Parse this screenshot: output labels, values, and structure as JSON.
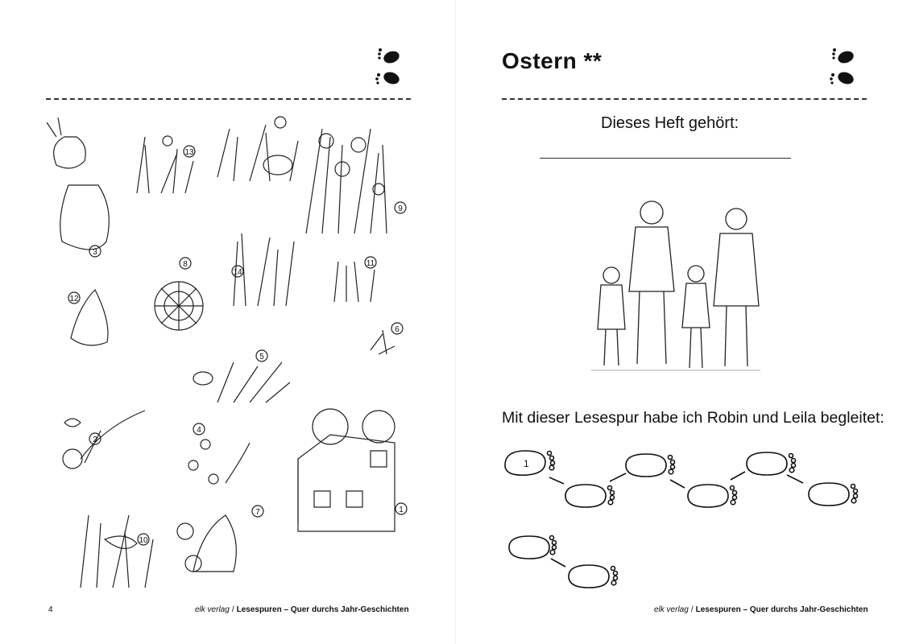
{
  "left_page": {
    "page_number": "4",
    "footer": {
      "publisher": "elk verlag",
      "separator": "/",
      "book": "Lesespuren – Quer durchs Jahr-Geschichten"
    },
    "scene_numbers": [
      "3",
      "13",
      "9",
      "8",
      "14",
      "11",
      "12",
      "6",
      "5",
      "2",
      "4",
      "1",
      "7",
      "10"
    ]
  },
  "right_page": {
    "title": "Ostern **",
    "owner_label": "Dieses Heft gehört:",
    "trail_label": "Mit dieser Lesespur habe ich Robin und Leila begleitet:",
    "first_footprint_number": "1",
    "footer": {
      "publisher": "elk verlag",
      "separator": "/",
      "book": "Lesespuren – Quer durchs Jahr-Geschichten"
    }
  },
  "icons": [
    "footprints-icon",
    "footprints-icon"
  ]
}
